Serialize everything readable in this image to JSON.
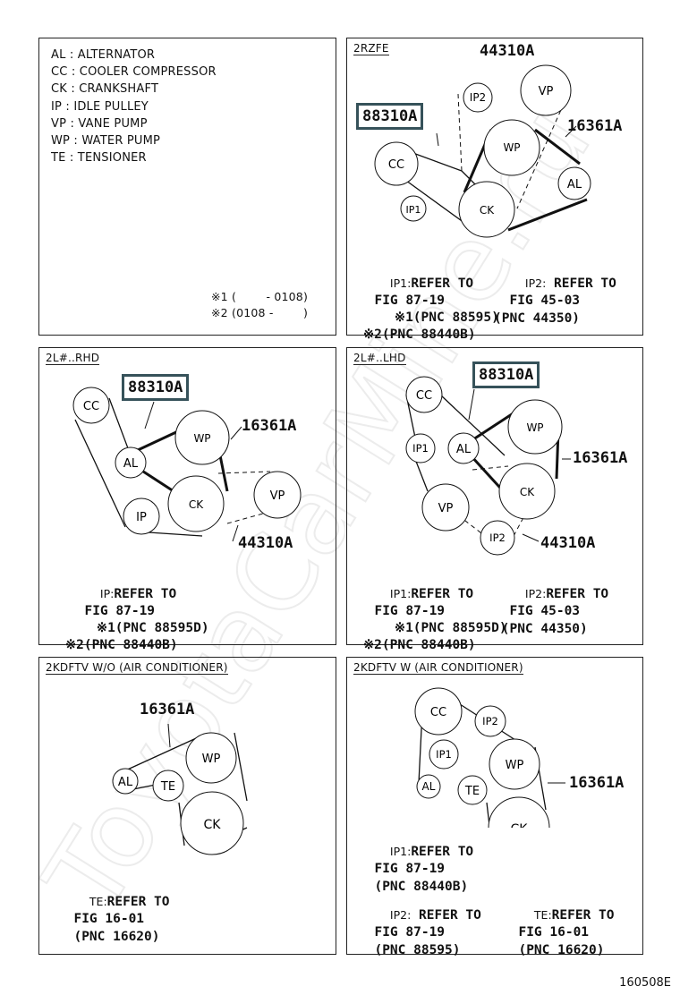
{
  "legend": {
    "items": [
      "AL : ALTERNATOR",
      "CC : COOLER COMPRESSOR",
      "CK : CRANKSHAFT",
      "IP : IDLE PULLEY",
      "VP : VANE PUMP",
      "WP : WATER PUMP",
      "TE : TENSIONER"
    ],
    "note1": "※1 (        - 0108)",
    "note2": "※2 (0108 -        )"
  },
  "panels": {
    "p1": {
      "title": "2RZFE",
      "codes": [
        "44310A",
        "88310A",
        "16361A"
      ],
      "pulleys": [
        "IP2",
        "VP",
        "WP",
        "CC",
        "AL",
        "IP1",
        "CK"
      ],
      "ref_left": {
        "label": "IP1:",
        "lines": [
          "REFER TO",
          "FIG 87-19"
        ]
      },
      "ref_right": {
        "label": "IP2:",
        "lines": [
          "REFER TO",
          "FIG 45-03",
          "(PNC 44350)"
        ]
      },
      "notes": [
        "※1(PNC 88595)",
        "※2(PNC 88440B)"
      ]
    },
    "p2": {
      "title": "2L#..RHD",
      "codes": [
        "88310A",
        "16361A",
        "44310A"
      ],
      "pulleys": [
        "CC",
        "WP",
        "AL",
        "CK",
        "VP",
        "IP"
      ],
      "ref_left": {
        "label": "IP:",
        "lines": [
          "REFER TO",
          "FIG 87-19"
        ]
      },
      "notes": [
        "※1(PNC 88595D)",
        "※2(PNC 88440B)"
      ]
    },
    "p3": {
      "title": "2L#..LHD",
      "codes": [
        "88310A",
        "16361A",
        "44310A"
      ],
      "pulleys": [
        "CC",
        "WP",
        "IP1",
        "AL",
        "CK",
        "VP",
        "IP2"
      ],
      "ref_left": {
        "label": "IP1:",
        "lines": [
          "REFER TO",
          "FIG 87-19"
        ]
      },
      "ref_right": {
        "label": "IP2:",
        "lines": [
          "REFER TO",
          "FIG 45-03",
          "(PNC 44350)"
        ]
      },
      "notes": [
        "※1(PNC 88595D)",
        "※2(PNC 88440B)"
      ]
    },
    "p4": {
      "title": "2KDFTV  W/O (AIR CONDITIONER)",
      "codes": [
        "16361A"
      ],
      "pulleys": [
        "WP",
        "AL",
        "TE",
        "CK"
      ],
      "ref_left": {
        "label": "TE:",
        "lines": [
          "REFER TO",
          "FIG 16-01",
          "(PNC 16620)"
        ]
      }
    },
    "p5": {
      "title": "2KDFTV  W (AIR CONDITIONER)",
      "codes": [
        "16361A"
      ],
      "pulleys": [
        "CC",
        "IP2",
        "IP1",
        "WP",
        "AL",
        "TE",
        "CK"
      ],
      "ref_top": {
        "label": "IP1:",
        "lines": [
          "REFER TO",
          "FIG 87-19",
          "(PNC 88440B)"
        ]
      },
      "ref_left": {
        "label": "IP2:",
        "lines": [
          "REFER TO",
          "FIG 87-19",
          "(PNC 88595)"
        ]
      },
      "ref_right": {
        "label": "TE:",
        "lines": [
          "REFER TO",
          "FIG 16-01",
          "(PNC 16620)"
        ]
      }
    }
  },
  "footer": "160508E",
  "watermark": "ToyotaCarMine.ru"
}
